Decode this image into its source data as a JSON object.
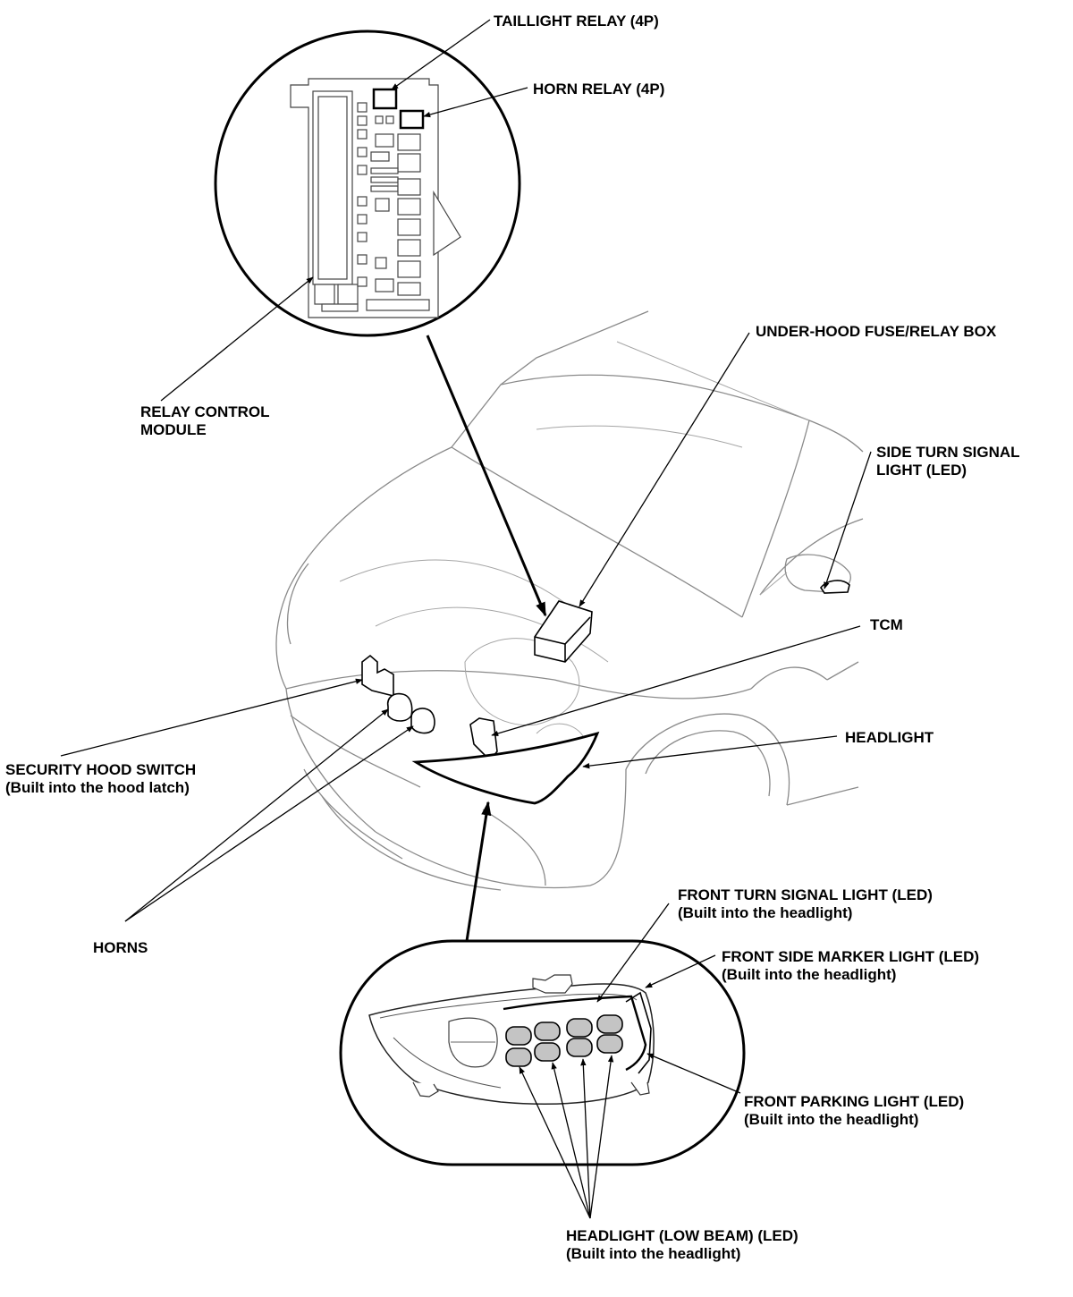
{
  "labels": {
    "taillight_relay": "TAILLIGHT RELAY (4P)",
    "horn_relay": "HORN RELAY (4P)",
    "under_hood_box": "UNDER-HOOD FUSE/RELAY BOX",
    "relay_control_module": [
      "RELAY CONTROL",
      "MODULE"
    ],
    "side_turn_signal": [
      "SIDE TURN SIGNAL",
      "LIGHT (LED)"
    ],
    "tcm": "TCM",
    "headlight": "HEADLIGHT",
    "security_hood_switch": [
      "SECURITY HOOD SWITCH",
      "(Built into the hood latch)"
    ],
    "horns": "HORNS",
    "front_turn_signal": [
      "FRONT TURN SIGNAL LIGHT (LED)",
      "(Built into the headlight)"
    ],
    "front_side_marker": [
      "FRONT SIDE MARKER LIGHT (LED)",
      "(Built into the headlight)"
    ],
    "front_parking": [
      "FRONT PARKING LIGHT (LED)",
      "(Built into the headlight)"
    ],
    "headlight_low_beam": [
      "HEADLIGHT (LOW BEAM) (LED)",
      "(Built into the headlight)"
    ]
  }
}
